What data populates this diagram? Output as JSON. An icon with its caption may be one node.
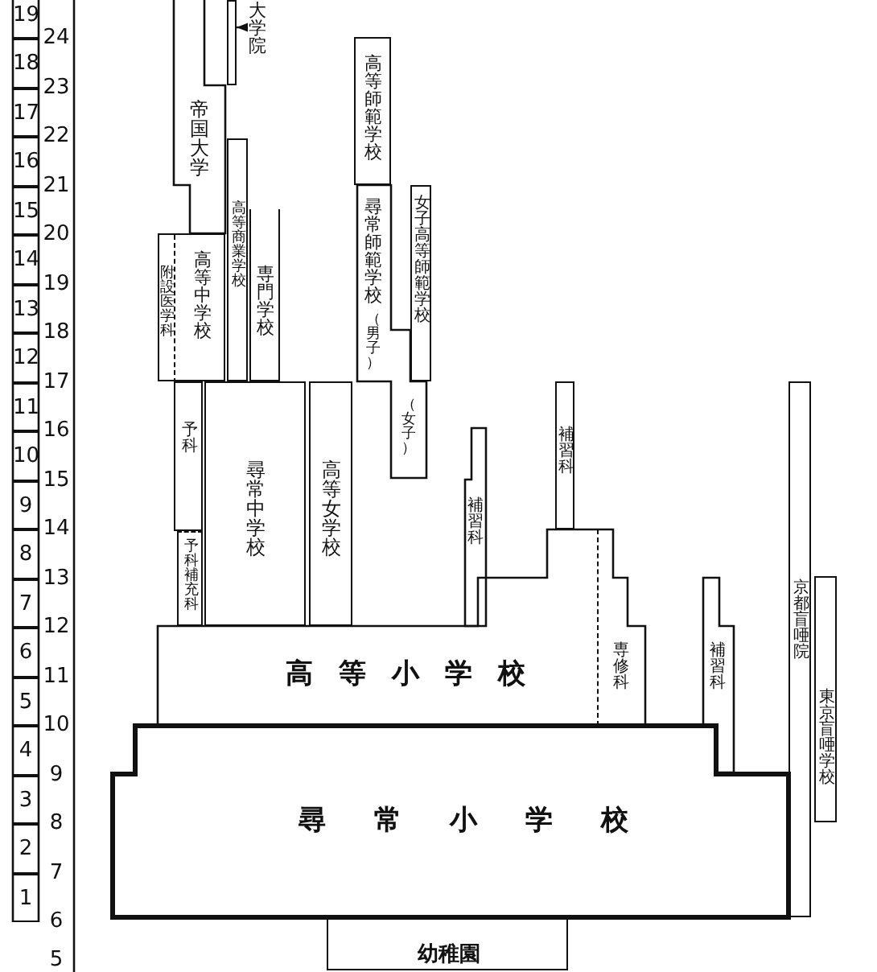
{
  "diagram": {
    "nodes": [
      {
        "text": [
          "大学院"
        ]
      },
      {
        "text": [],
        "shape": "bar"
      },
      {
        "text": [
          "帝国大学"
        ]
      },
      {
        "text": [
          "高等中学校"
        ]
      },
      {
        "text": [
          "附設医学科"
        ],
        "in": 3
      },
      {
        "text": [
          "高等商業学校"
        ]
      },
      {
        "text": [
          "専門学校"
        ]
      },
      {
        "text": [
          "高等師範学校"
        ]
      },
      {
        "text": [
          "尋常師範学校",
          "（男子）",
          "（女子）"
        ]
      },
      {
        "text": [
          "女子高等師範学校"
        ]
      },
      {
        "text": [
          "予科"
        ]
      },
      {
        "text": [
          "予科補充科"
        ]
      },
      {
        "text": [
          "尋常中学校"
        ]
      },
      {
        "text": [
          "高等女学校"
        ]
      },
      {
        "text": [
          "補習科"
        ]
      },
      {
        "text": [
          "補習科"
        ]
      },
      {
        "text": [
          "高等小学校"
        ]
      },
      {
        "text": [
          "専修科"
        ],
        "in": 16
      },
      {
        "text": [
          "補習科"
        ]
      },
      {
        "text": [
          "京都盲唖院"
        ]
      },
      {
        "text": [
          "東京盲唖学校"
        ]
      },
      {
        "text": [
          "尋常小学校"
        ]
      },
      {
        "text": [
          "幼稚園"
        ]
      }
    ],
    "edges": [
      {
        "from": 0,
        "to": 1,
        "arrow": "to"
      }
    ],
    "labels": [
      "19",
      "24",
      "18",
      "23",
      "17",
      "22",
      "16",
      "21",
      "15",
      "20",
      "14",
      "19",
      "13",
      "18",
      "12",
      "17",
      "11",
      "16",
      "10",
      "15",
      "9",
      "14",
      "8",
      "13",
      "7",
      "12",
      "6",
      "11",
      "5",
      "10",
      "4",
      "9",
      "3",
      "8",
      "2",
      "7",
      "1",
      "6",
      "5"
    ]
  }
}
